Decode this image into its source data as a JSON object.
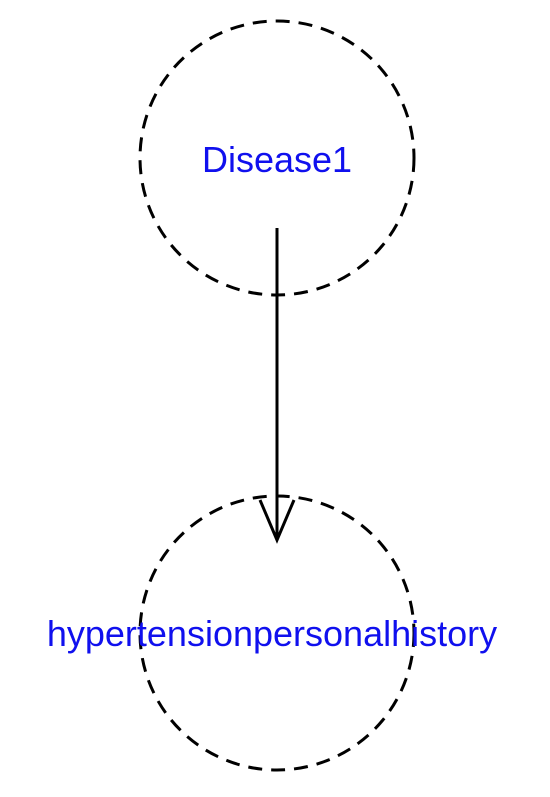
{
  "diagram": {
    "nodes": [
      {
        "id": "disease1",
        "label": "Disease1"
      },
      {
        "id": "hypertension",
        "label": "hypertensionpersonalhistory"
      }
    ],
    "edges": [
      {
        "from": "disease1",
        "to": "hypertension",
        "directed": true
      }
    ],
    "colors": {
      "label": "#1010ee",
      "stroke": "#000000",
      "background": "#ffffff"
    }
  }
}
